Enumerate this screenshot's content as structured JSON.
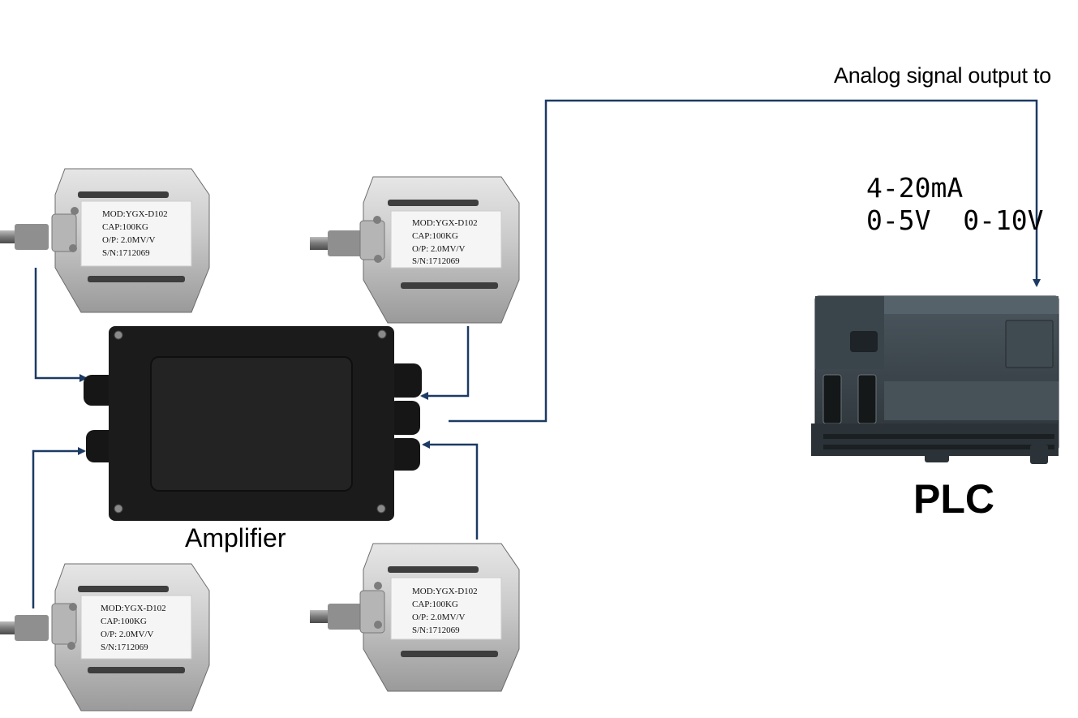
{
  "diagram": {
    "output_caption": "Analog signal output to",
    "signal_line1": "4-20mA",
    "signal_line2": "0-5V  0-10V",
    "plc_label": "PLC",
    "amplifier_label": "Amplifier",
    "arrow_color": "#1c3a63"
  },
  "load_cells": [
    {
      "mod": "MOD:YGX-D102",
      "cap": "CAP:100KG",
      "op": "O/P: 2.0MV/V",
      "sn": "S/N:1712069"
    },
    {
      "mod": "MOD:YGX-D102",
      "cap": "CAP:100KG",
      "op": "O/P: 2.0MV/V",
      "sn": "S/N:1712069"
    },
    {
      "mod": "MOD:YGX-D102",
      "cap": "CAP:100KG",
      "op": "O/P: 2.0MV/V",
      "sn": "S/N:1712069"
    },
    {
      "mod": "MOD:YGX-D102",
      "cap": "CAP:100KG",
      "op": "O/P: 2.0MV/V",
      "sn": "S/N:1712069"
    }
  ]
}
